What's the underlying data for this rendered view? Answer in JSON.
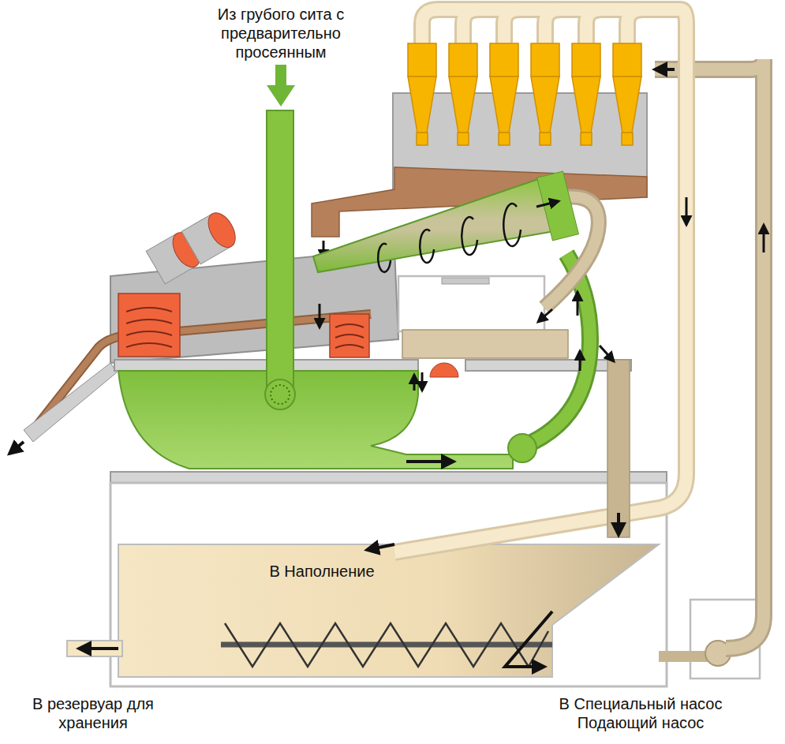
{
  "diagram": {
    "labels": [
      "Из грубого сита с предварительно просеянным",
      "В Наполнение",
      "В резервуар для хранения",
      "В Специальный насос Подающий насос"
    ]
  }
}
